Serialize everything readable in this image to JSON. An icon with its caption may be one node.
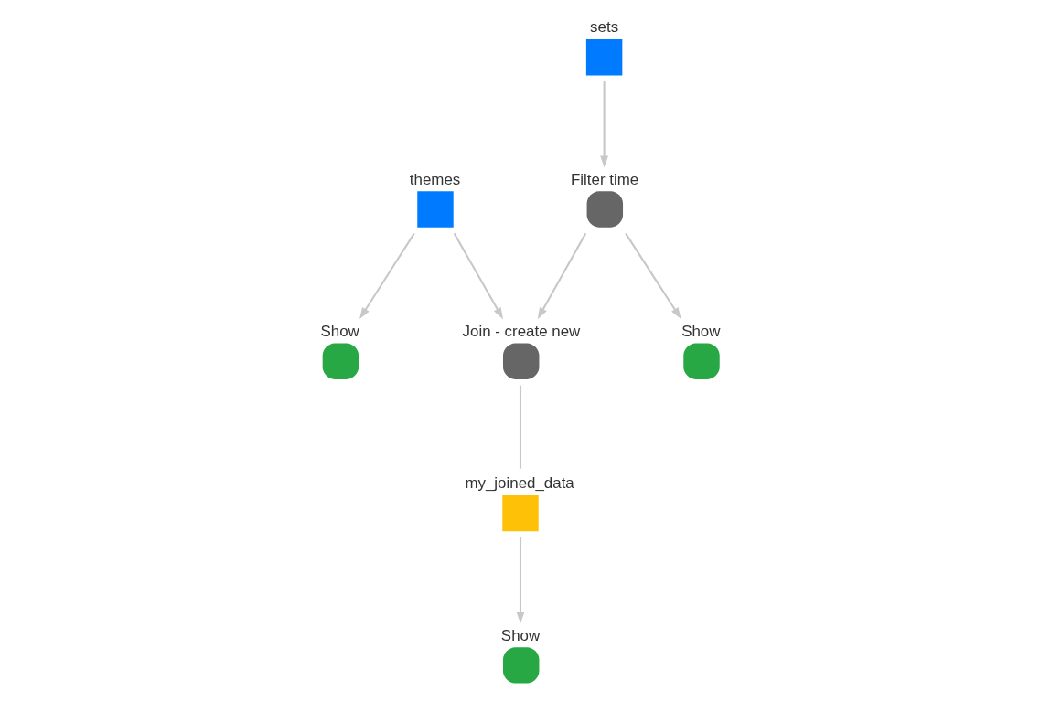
{
  "diagram": {
    "nodes": [
      {
        "text": [
          "themes"
        ]
      },
      {
        "text": [
          "sets"
        ]
      },
      {
        "text": [
          "Show"
        ]
      },
      {
        "text": [
          "Join - create new"
        ]
      },
      {
        "text": [
          "Filter time"
        ]
      },
      {
        "text": [
          "my_joined_data"
        ]
      },
      {
        "text": [
          "Show"
        ]
      },
      {
        "text": [
          "Show"
        ]
      }
    ],
    "edges": [
      {
        "from": 0,
        "to": 2,
        "arrow": "to"
      },
      {
        "from": 0,
        "to": 3,
        "arrow": "to"
      },
      {
        "from": 1,
        "to": 4,
        "arrow": "to"
      },
      {
        "from": 4,
        "to": 3,
        "arrow": "to"
      },
      {
        "from": 3,
        "to": 5,
        "arrow": "none"
      },
      {
        "from": 4,
        "to": 6,
        "arrow": "to"
      },
      {
        "from": 5,
        "to": 7,
        "arrow": "to"
      }
    ]
  }
}
